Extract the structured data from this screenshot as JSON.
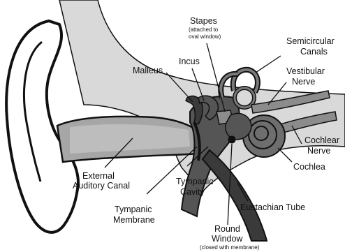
{
  "colors": {
    "outline": "#111111",
    "skin": "#ffffff",
    "bone": "#d9d9d9",
    "canal": "#a6a6a6",
    "dark_tissue": "#555555",
    "cavity": "#3a3a3a"
  },
  "labels": {
    "stapes": "Stapes",
    "stapes_note_1": "(attached to",
    "stapes_note_2": "oval window)",
    "semicircular_1": "Semicircular",
    "semicircular_2": "Canals",
    "incus": "Incus",
    "malleus": "Malleus",
    "vestibular_1": "Vestibular",
    "vestibular_2": "Nerve",
    "cochlear_nerve_1": "Cochlear",
    "cochlear_nerve_2": "Nerve",
    "cochlea": "Cochlea",
    "external_1": "External",
    "external_2": "Auditory Canal",
    "tympanic_cavity_1": "Tympanic",
    "tympanic_cavity_2": "Cavity",
    "eustachian": "Eustachian Tube",
    "tympanic_membrane_1": "Tympanic",
    "tympanic_membrane_2": "Membrane",
    "round_window_1": "Round",
    "round_window_2": "Window",
    "round_window_note": "(closed with membrane)"
  }
}
